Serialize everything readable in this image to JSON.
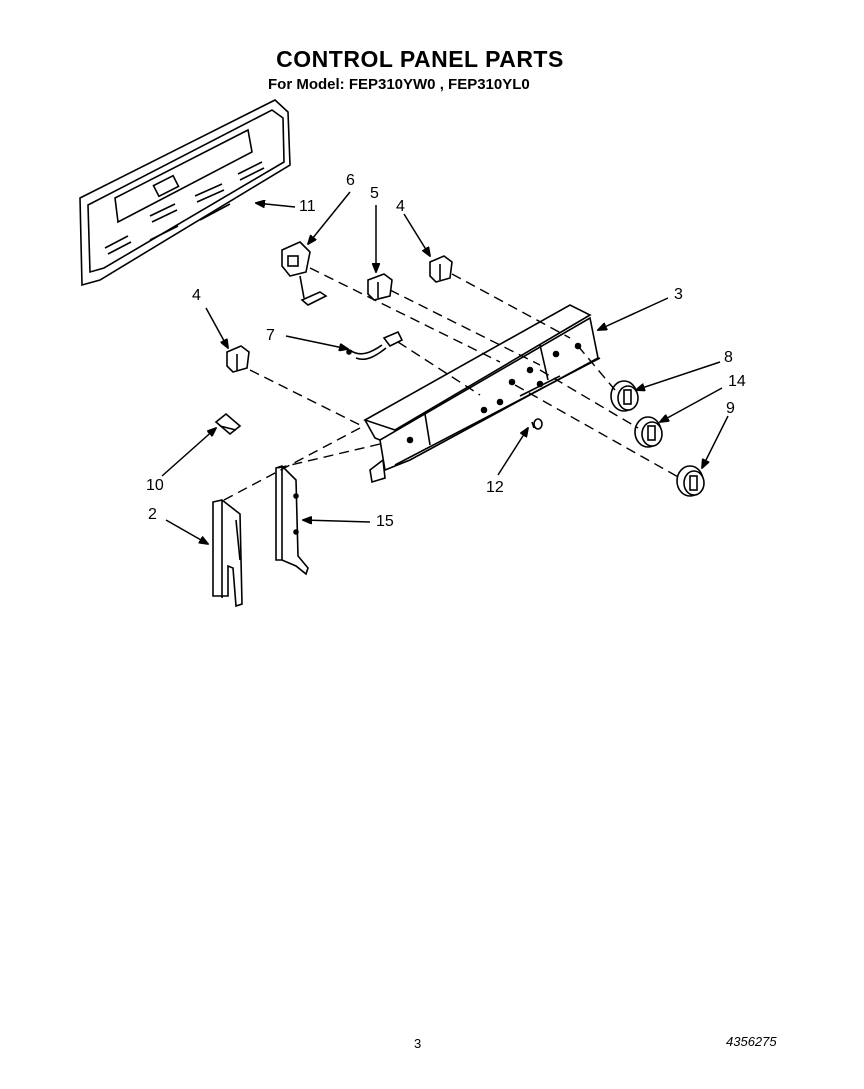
{
  "header": {
    "title": "CONTROL PANEL PARTS",
    "subtitle": "For Model: FEP310YW0 , FEP310YL0"
  },
  "callouts": {
    "p2": "2",
    "p3": "3",
    "p4a": "4",
    "p4b": "4",
    "p5": "5",
    "p6": "6",
    "p7": "7",
    "p8": "8",
    "p9": "9",
    "p10": "10",
    "p11": "11",
    "p12": "12",
    "p14": "14",
    "p15": "15"
  },
  "footer": {
    "page_number": "3",
    "document_number": "4356275"
  }
}
